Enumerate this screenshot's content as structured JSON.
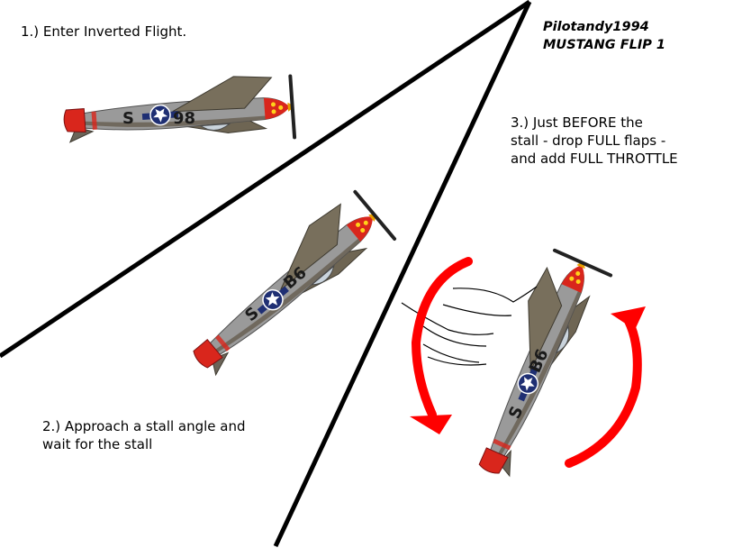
{
  "credit": {
    "author": "Pilotandy1994",
    "title": "MUSTANG FLIP 1"
  },
  "steps": [
    {
      "lines": [
        "1.) Enter Inverted Flight."
      ]
    },
    {
      "lines": [
        "2.) Approach a stall angle and",
        "wait for the stall"
      ]
    },
    {
      "lines": [
        "3.) Just BEFORE the",
        "stall - drop FULL flaps -",
        "and add FULL THROTTLE"
      ]
    }
  ],
  "aircraft": {
    "marking": "S",
    "code_normal": "B6",
    "code_mirrored": "98"
  },
  "colors": {
    "divider": "#000000",
    "arrows": "#ff0000",
    "fuselage": "#8f8f8f",
    "wing": "#6e6553",
    "nose": "#d9261c",
    "roundel": "#1f2f73"
  },
  "icons": [
    "plane-icon",
    "rotation-arrow-icon",
    "motion-lines-icon"
  ]
}
